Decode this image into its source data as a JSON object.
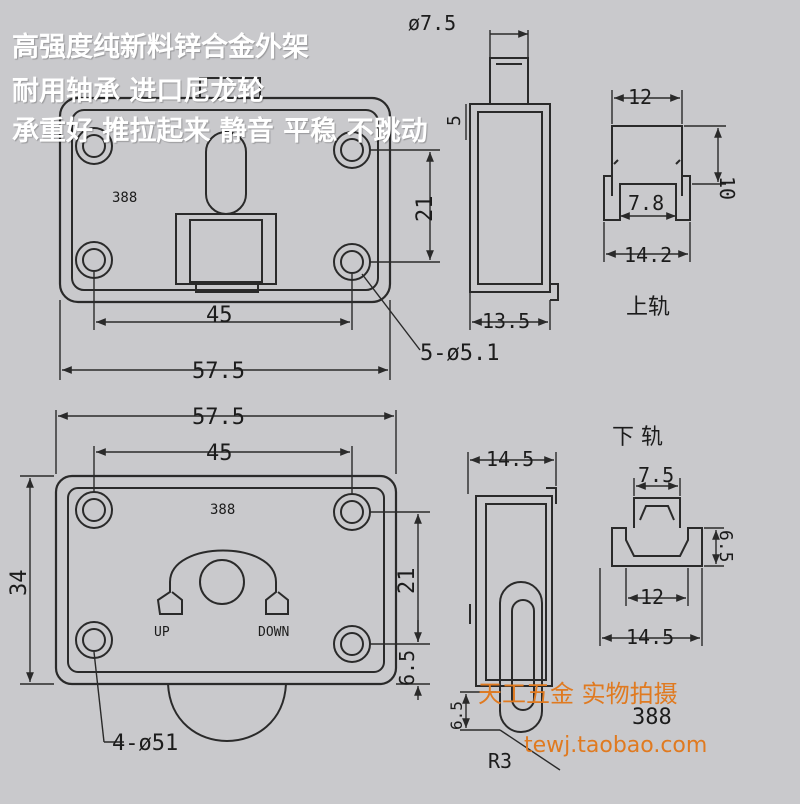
{
  "captions": {
    "line1": "高强度纯新料锌合金外架",
    "line2": "耐用轴承 进口尼龙轮",
    "line3": "承重好 推拉起来 静音 平稳 不跳动"
  },
  "upper": {
    "part_no": "388",
    "dim_width": "45",
    "dim_overall": "57.5",
    "dim_hole_pitch": "21",
    "hole_note": "5-ø5.1",
    "side_top_dia": "ø7.5",
    "side_top_len": "5",
    "side_width": "13.5",
    "rail_label": "上轨",
    "rail_top": "12",
    "rail_height": "10",
    "rail_inner": "7.8",
    "rail_bottom": "14.2"
  },
  "lower": {
    "part_no": "388",
    "up_label": "UP",
    "down_label": "DOWN",
    "dim_overall": "57.5",
    "dim_width": "45",
    "dim_height": "34",
    "dim_hole_pitch": "21",
    "dim_edge": "6.5",
    "hole_note": "4-ø51",
    "side_width": "14.5",
    "side_bottom": "6.5",
    "side_radius": "R3",
    "rail_label": "下 轨",
    "rail_top": "7.5",
    "rail_height": "6.5",
    "rail_mid": "12",
    "rail_bottom": "14.5"
  },
  "watermark": {
    "shop": "天工五金 实物拍摄",
    "part": "388",
    "url": "tewj.taobao.com"
  },
  "colors": {
    "line": "#2a2a2a",
    "caption": "#ffffff",
    "watermark": "#e07a20"
  }
}
